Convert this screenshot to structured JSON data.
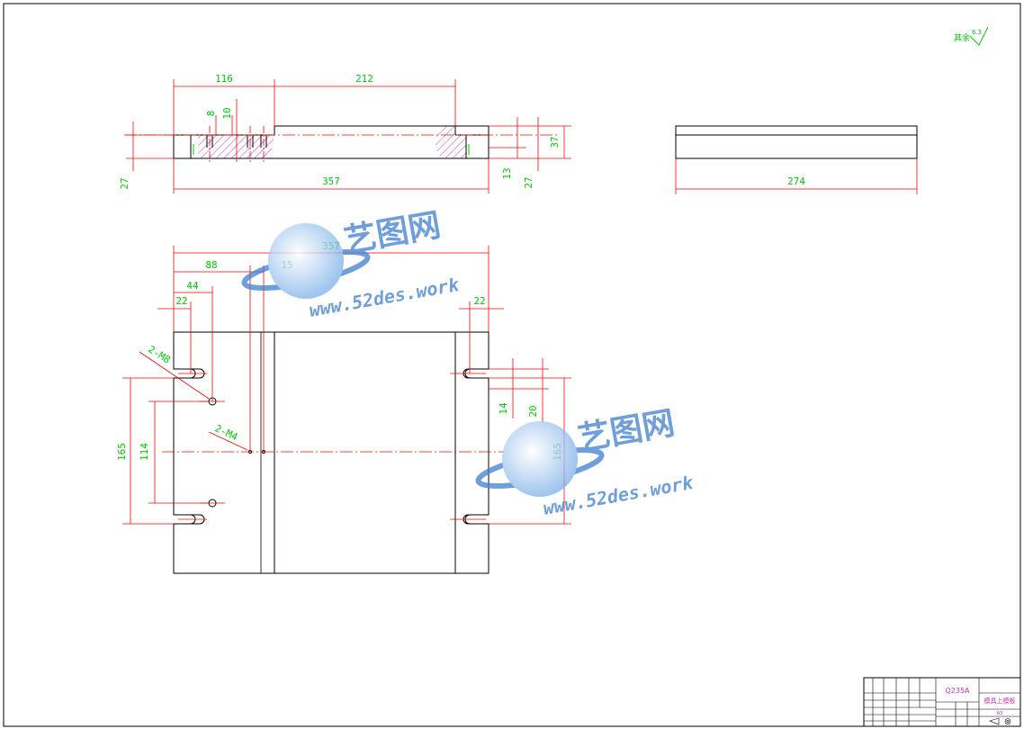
{
  "colors": {
    "outline": "#000000",
    "dimension": "#ff0000",
    "dimension_text": "#00cc00",
    "hatch": "#cc33aa",
    "centerline": "#ff0000",
    "watermark": "#3f7fd0",
    "material": "#cc33aa"
  },
  "front_view": {
    "dim_116": "116",
    "dim_212": "212",
    "dim_357": "357",
    "dim_8": "8",
    "dim_10": "10",
    "dim_27_left": "27",
    "dim_13": "13",
    "dim_27_right": "27",
    "dim_37": "37"
  },
  "side_view": {
    "dim_274": "274"
  },
  "top_view": {
    "dim_357": "357",
    "dim_88": "88",
    "dim_15": "15",
    "dim_44": "44",
    "dim_22_left": "22",
    "dim_22_right": "22",
    "dim_165_left": "165",
    "dim_114": "114",
    "dim_165_right": "165",
    "dim_14": "14",
    "dim_20": "20",
    "note_m8": "2-M8",
    "note_m4": "2-M4"
  },
  "roughness": {
    "label": "其余",
    "value": "6.3"
  },
  "title_block": {
    "material": "Q235A",
    "part_name": "模具上模板",
    "scale": "A3"
  },
  "watermark": {
    "brand": "艺图网",
    "url": "www.52des.work"
  }
}
